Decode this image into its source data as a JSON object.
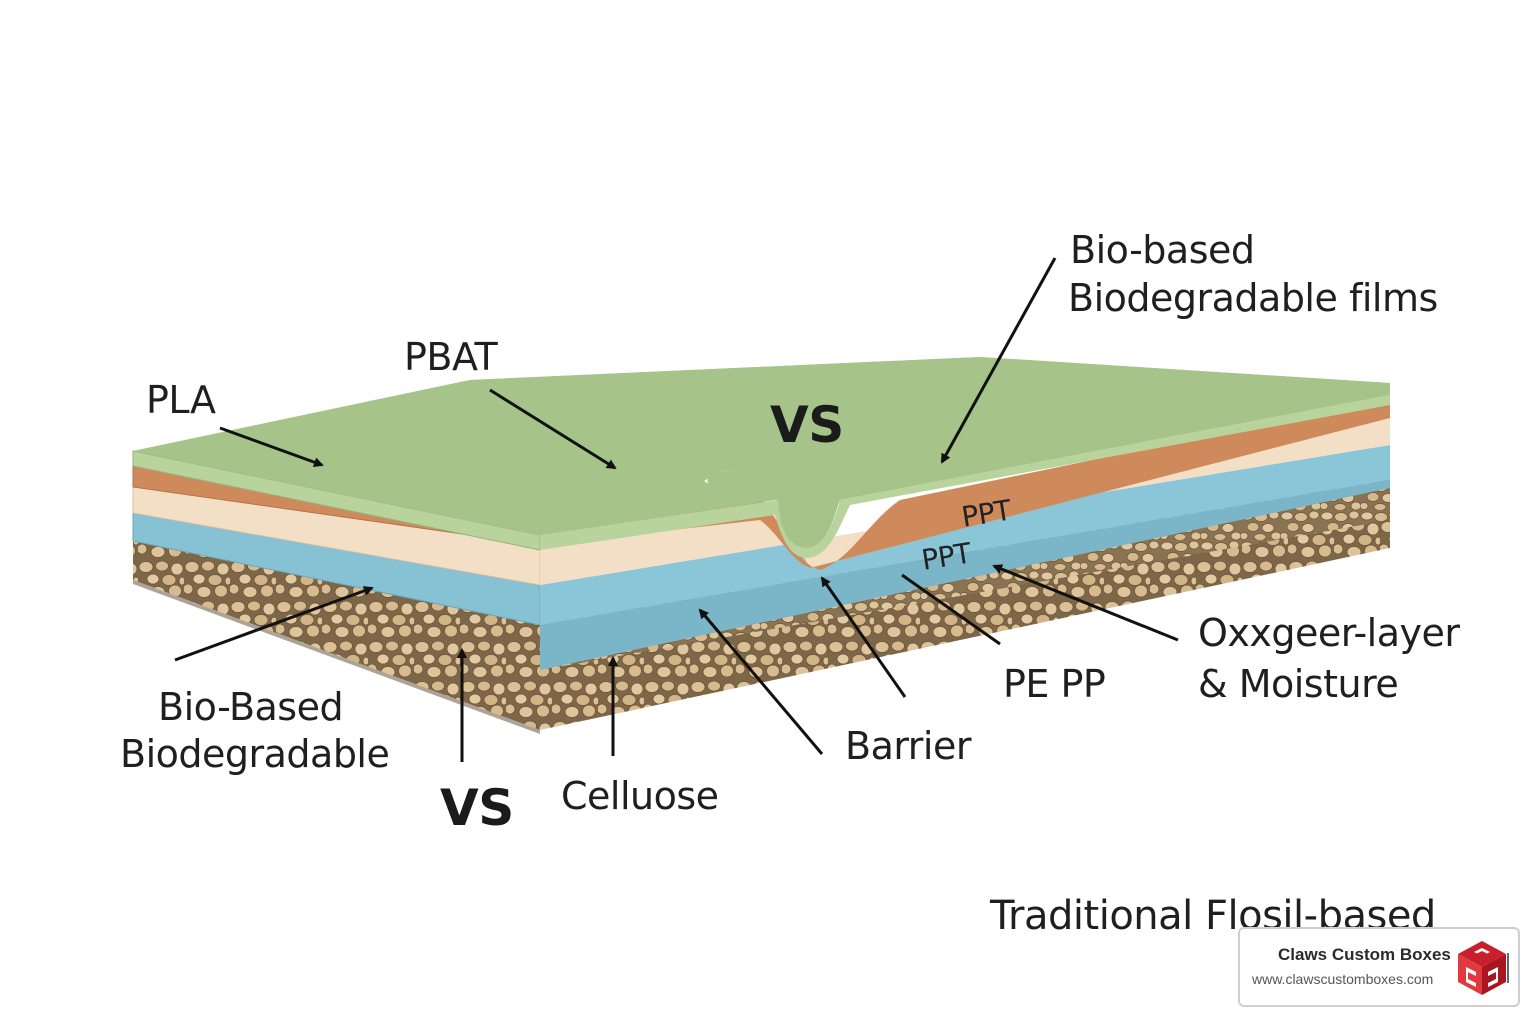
{
  "labels": {
    "pla": "PLA",
    "pbat": "PBAT",
    "vs_top": "VS",
    "bio_films_line1": "Bio-based",
    "bio_films_line2": "Biodegradable films",
    "ppt_upper": "PPT",
    "ppt_lower": "PPT",
    "oxygen_line1": "Oxxgeer-layer",
    "oxygen_line2": "& Moisture",
    "pe_pp": "PE PP",
    "barrier": "Barrier",
    "celluose": "Celluose",
    "vs_bottom": "VS",
    "bio_based_line1": "Bio-Based",
    "bio_based_line2": "Biodegradable",
    "traditional": "Traditional Flosil-based"
  },
  "brand": {
    "name": "Claws Custom Boxes",
    "url": "www.clawscustomboxes.com",
    "logo_icon": "cube-logo-icon"
  },
  "colors": {
    "green_film": "#a6c48a",
    "orange_layer": "#cf8a5c",
    "cream_layer": "#f1dcc0",
    "blue_layer": "#86c1d4",
    "cellulose_base": "#8a7352",
    "pebble": "#d8bd92",
    "brand_red": "#c8202b"
  }
}
